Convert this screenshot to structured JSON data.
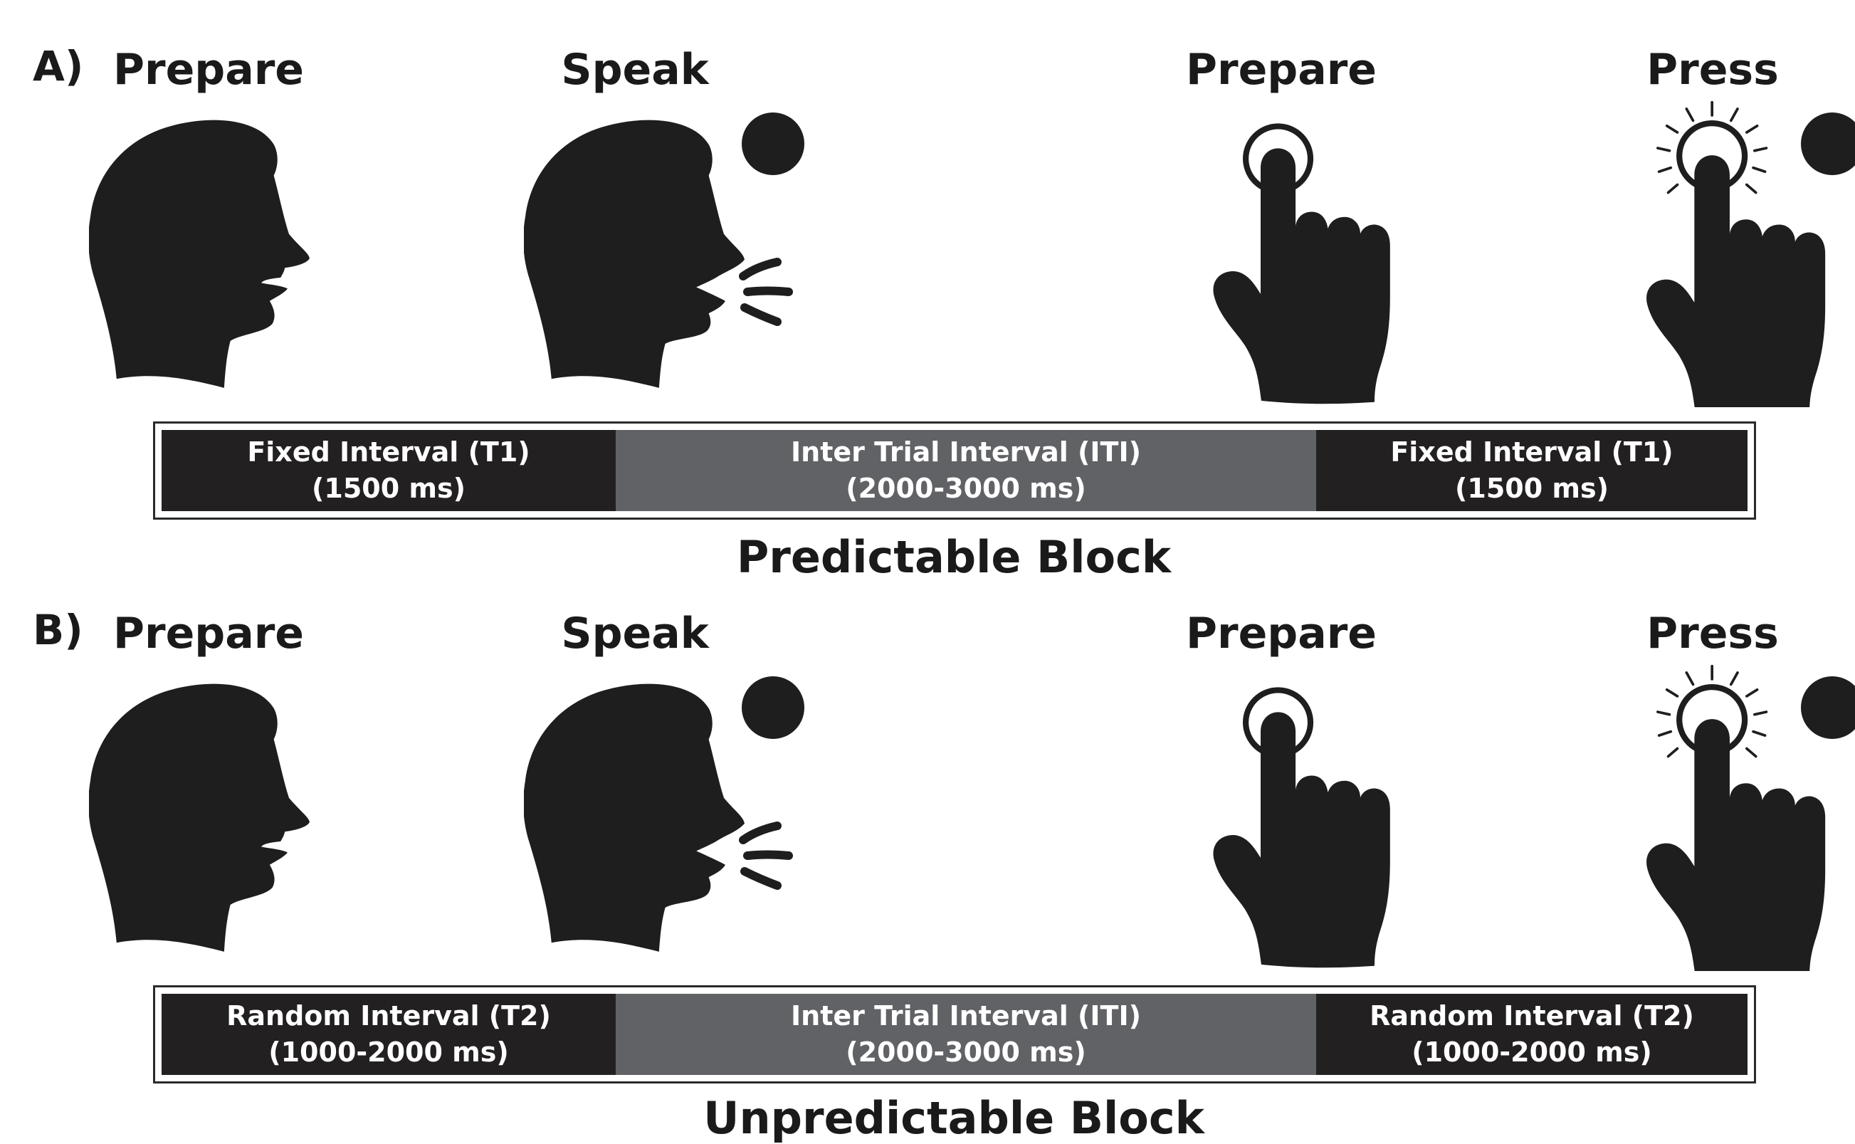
{
  "panels": [
    {
      "letter": "A)",
      "stages": {
        "prepare_speech": "Prepare",
        "speak": "Speak",
        "prepare_press": "Prepare",
        "press": "Press"
      },
      "timeline": [
        {
          "line1": "Fixed Interval (T1)",
          "line2": "(1500 ms)"
        },
        {
          "line1": "Inter Trial Interval (ITI)",
          "line2": "(2000-3000 ms)"
        },
        {
          "line1": "Fixed Interval (T1)",
          "line2": "(1500 ms)"
        }
      ],
      "caption": "Predictable Block"
    },
    {
      "letter": "B)",
      "stages": {
        "prepare_speech": "Prepare",
        "speak": "Speak",
        "prepare_press": "Prepare",
        "press": "Press"
      },
      "timeline": [
        {
          "line1": "Random Interval (T2)",
          "line2": "(1000-2000 ms)"
        },
        {
          "line1": "Inter Trial Interval (ITI)",
          "line2": "(2000-3000 ms)"
        },
        {
          "line1": "Random Interval (T2)",
          "line2": "(1000-2000 ms)"
        }
      ],
      "caption": "Unpredictable Block"
    }
  ],
  "icons": {
    "head_silent": "head-silhouette-icon",
    "head_speaking": "speaking-head-icon",
    "finger_ready": "finger-touch-icon",
    "finger_pressing": "finger-press-icon",
    "cue": "cue-dot-icon"
  },
  "colors": {
    "ink": "#1e1e1e",
    "segment_dark": "#232021",
    "segment_gray": "#616266",
    "segment_text": "#ffffff"
  }
}
